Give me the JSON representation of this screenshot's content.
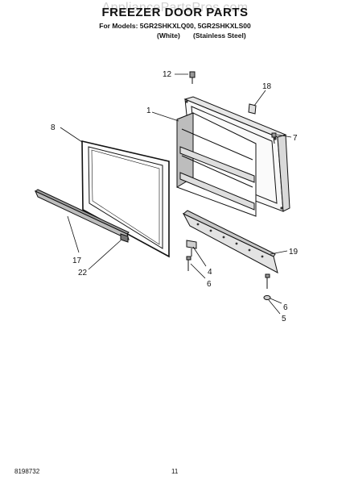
{
  "header": {
    "watermark": "AppliancePartsPros.com",
    "title": "FREEZER DOOR PARTS",
    "models_line": "For Models: 5GR2SHKXLQ00, 5GR2SHKXLS00",
    "variant_white": "(White)",
    "variant_steel": "(Stainless Steel)"
  },
  "callouts": {
    "c1": "1",
    "c4": "4",
    "c5": "5",
    "c6a": "6",
    "c6b": "6",
    "c7": "7",
    "c8": "8",
    "c12": "12",
    "c17": "17",
    "c18": "18",
    "c19": "19",
    "c22": "22"
  },
  "footer": {
    "doc_number": "8198732",
    "page_number": "11"
  }
}
